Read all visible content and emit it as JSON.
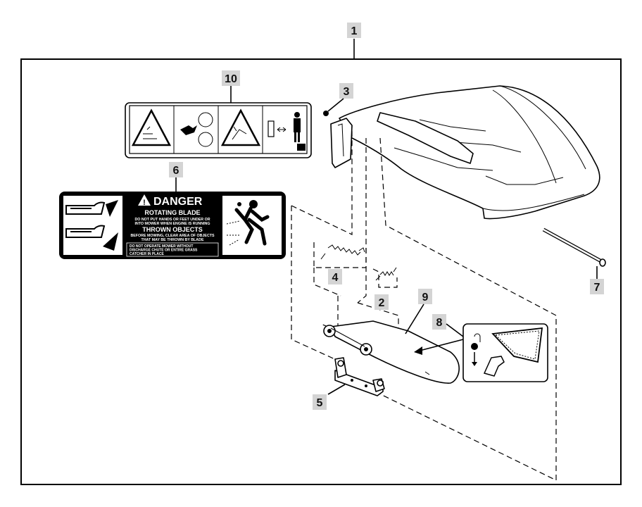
{
  "callouts": {
    "c1": "1",
    "c2": "2",
    "c3": "3",
    "c4": "4",
    "c5": "5",
    "c6": "6",
    "c7": "7",
    "c8": "8",
    "c9": "9",
    "c10": "10"
  },
  "danger_decal": {
    "heading": "DANGER",
    "rotating_blade": "ROTATING BLADE",
    "blade_line1": "DO NOT PUT HANDS OR FEET UNDER OR",
    "blade_line2": "INTO MOWER WHEN ENGINE IS RUNNING",
    "thrown_objects": "THROWN OBJECTS",
    "thrown_line1": "BEFORE MOWING, CLEAR AREA OF OBJECTS",
    "thrown_line2": "THAT MAY BE THROWN BY BLADE",
    "operate_line1": "DO NOT OPERATE MOWER WITHOUT",
    "operate_line2": "DISCHARGE CHUTE OR ENTIRE GRASS",
    "operate_line3": "CATCHER IN PLACE"
  },
  "colors": {
    "callout_bg": "#d4d4d4",
    "line": "#000000",
    "decal_bg": "#000000"
  }
}
